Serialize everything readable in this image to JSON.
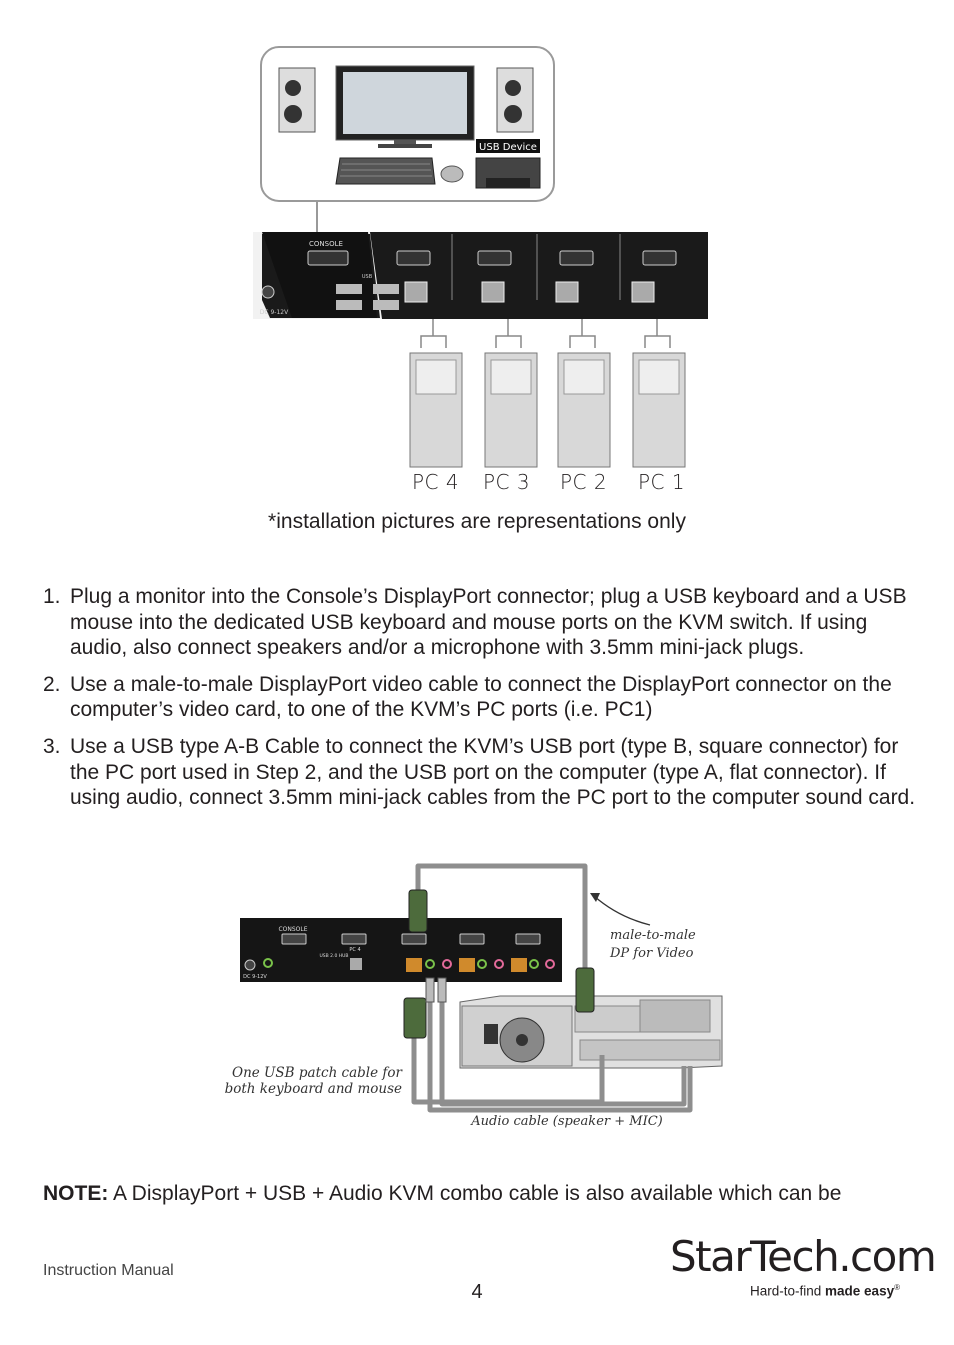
{
  "diagram1": {
    "usb_device_label": "USB Device",
    "console_label": "CONSOLE",
    "dc_label": "DC 9-12V",
    "usb_small_label": "USB",
    "pc_labels": [
      "PC 4",
      "PC 3",
      "PC 2",
      "PC 1"
    ]
  },
  "caption": "*installation pictures are representations only",
  "steps": [
    {
      "num": "1.",
      "text": "Plug a monitor into the Console’s DisplayPort connector; plug a USB keyboard and a USB mouse into the dedicated USB keyboard and mouse ports on the KVM switch. If using audio, also connect speakers and/or a microphone with 3.5mm mini-jack plugs."
    },
    {
      "num": "2.",
      "text": "Use a male-to-male DisplayPort video cable to connect the DisplayPort connector on the computer’s video card, to one of the KVM’s PC ports (i.e. PC1)"
    },
    {
      "num": "3.",
      "text": "Use a USB type A-B Cable to connect the KVM’s USB port (type B, square connector) for the PC port used in Step 2, and the USB port on the computer (type A, flat connector). If using audio, connect 3.5mm mini-jack cables from the PC port to the computer sound card."
    }
  ],
  "diagram2": {
    "console_label": "CONSOLE",
    "pc4_label": "PC 4",
    "dc_label": "DC 9-12V",
    "usb_hub_label": "USB 2.0 HUB",
    "dp_note_line1": "male-to-male",
    "dp_note_line2": "DP for Video",
    "usb_note_line1": "One USB patch cable for",
    "usb_note_line2": "both keyboard and mouse",
    "audio_note": "Audio cable (speaker + MIC)"
  },
  "note": {
    "bold": "NOTE:",
    "text": " A DisplayPort + USB + Audio KVM combo cable is also available which can be"
  },
  "footer": {
    "left": "Instruction Manual",
    "page": "4"
  },
  "logo": {
    "main": "StarTech.com",
    "tag_regular": "Hard-to-find ",
    "tag_bold": "made easy",
    "tag_mark": "®"
  }
}
